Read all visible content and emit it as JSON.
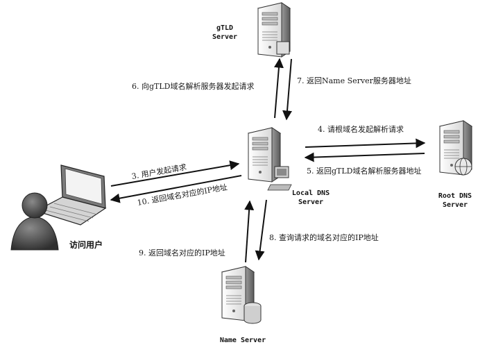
{
  "nodes": {
    "gtld": {
      "line1": "gTLD",
      "line2": "Server"
    },
    "local": {
      "line1": "Local DNS",
      "line2": "Server"
    },
    "root": {
      "line1": "Root DNS",
      "line2": "Server"
    },
    "name": {
      "line1": "Name Server"
    },
    "user": {
      "label": "访问用户"
    }
  },
  "steps": {
    "s3": "3. 用户发起请求",
    "s4": "4. 请根域名发起解析请求",
    "s5": "5. 返回gTLD域名解析服务器地址",
    "s6": "6. 向gTLD域名解析服务器发起请求",
    "s7": "7. 返回Name Server服务器地址",
    "s8": "8. 查询请求的域名对应的IP地址",
    "s9": "9. 返回域名对应的IP地址",
    "s10": "10. 返回域名对应的IP地址"
  },
  "colors": {
    "server_body": "#f4f4f4",
    "server_shade": "#9a9a9a",
    "arrow": "#111111",
    "user_icon": "#444444"
  }
}
